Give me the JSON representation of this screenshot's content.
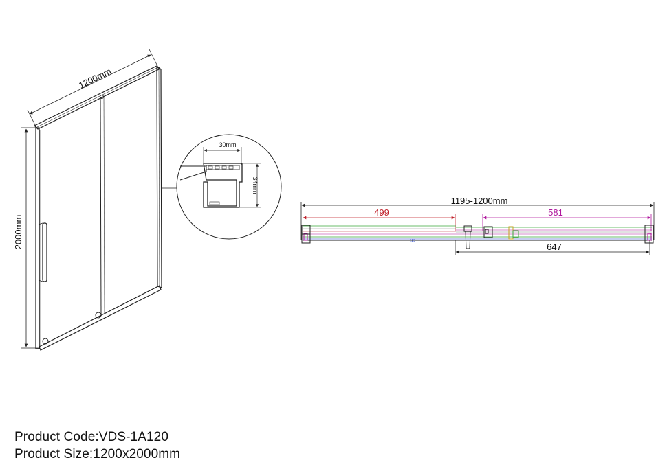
{
  "iso_view": {
    "width_label": "1200mm",
    "height_label": "2000mm"
  },
  "profile_detail": {
    "width_label": "30mm",
    "height_label": "34mm"
  },
  "plan_view": {
    "total_label": "1195-1200mm",
    "left_label": "499",
    "right_label": "581",
    "bottom_label": "647",
    "center_mark": "125"
  },
  "product": {
    "code_line": "Product Code:VDS-1A120",
    "size_line": "Product Size:1200x2000mm"
  },
  "colors": {
    "line": "#222222",
    "red_dimension": "#c0202a",
    "magenta_dimension": "#b0189e",
    "green_glass": "#3aa63a",
    "blue_line": "#1c3dc8"
  }
}
